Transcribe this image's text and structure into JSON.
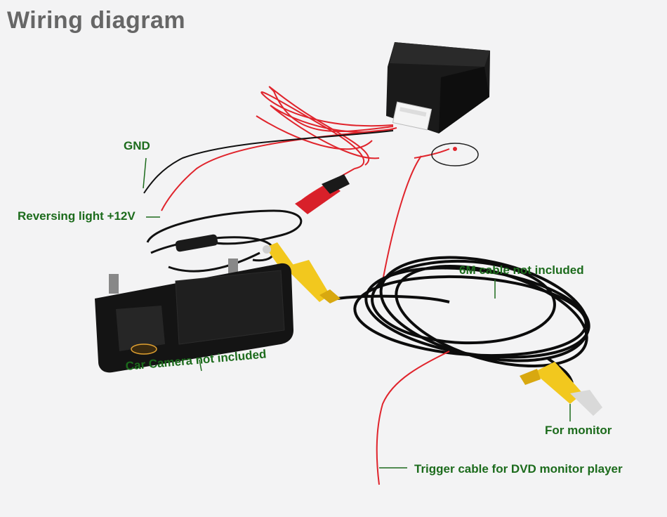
{
  "title": "Wiring diagram",
  "labels": {
    "gnd": "GND",
    "reversing_light": "Reversing light +12V",
    "cable_6m": "6M cable not included",
    "car_camera": "Car Camera not included",
    "for_monitor": "For monitor",
    "trigger_cable": "Trigger cable for DVD monitor player"
  },
  "colors": {
    "label_green": "#1c6b1c",
    "title_gray": "#666666",
    "wire_red": "#e0242c",
    "cable_black": "#111111",
    "rca_yellow": "#f2c81e",
    "background": "#f3f3f4"
  }
}
